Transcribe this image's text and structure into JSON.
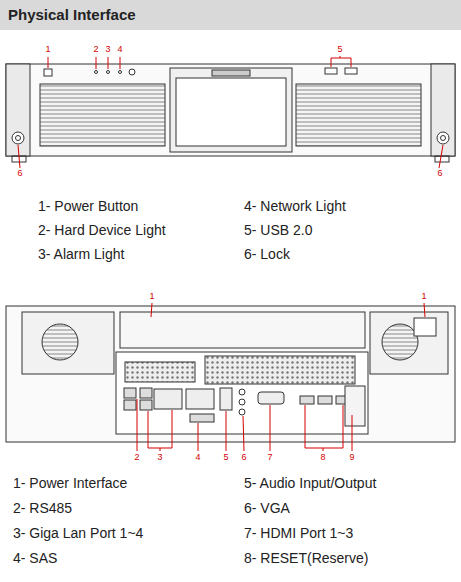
{
  "diagram": {
    "title": "Physical Interface",
    "labels": [
      "1",
      "2",
      "3",
      "4",
      "5",
      "6",
      "6",
      "1- Power Button",
      "4- Network Light",
      "2- Hard Device Light",
      "5- USB 2.0",
      "3- Alarm Light",
      "6- Lock",
      "1",
      "1",
      "2",
      "3",
      "4",
      "5",
      "6",
      "7",
      "8",
      "9",
      "1- Power Interface",
      "5- Audio Input/Output",
      "2- RS485",
      "6- VGA",
      "3- Giga Lan Port 1~4",
      "7- HDMI Port 1~3",
      "4- SAS",
      "8- RESET(Reserve)"
    ]
  }
}
